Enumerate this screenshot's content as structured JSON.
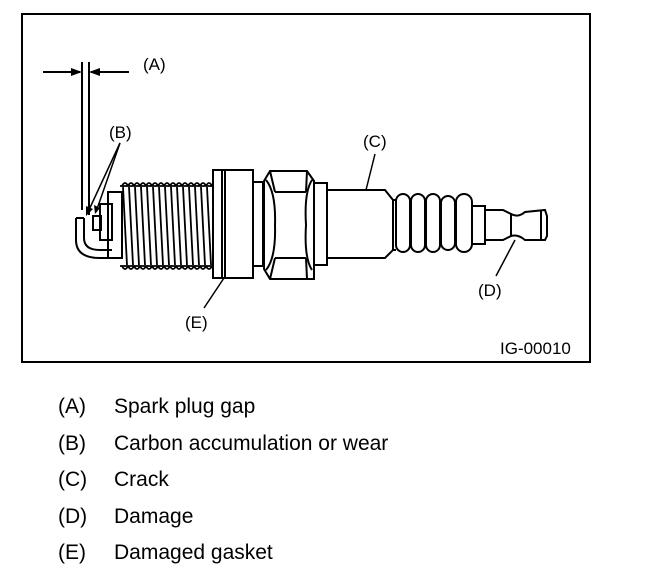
{
  "figure": {
    "id_label": "IG-00010",
    "callouts": {
      "A": "(A)",
      "B": "(B)",
      "C": "(C)",
      "D": "(D)",
      "E": "(E)"
    },
    "line_color": "#000000",
    "background": "#ffffff"
  },
  "legend": [
    {
      "key": "(A)",
      "description": "Spark plug gap"
    },
    {
      "key": "(B)",
      "description": "Carbon accumulation or wear"
    },
    {
      "key": "(C)",
      "description": "Crack"
    },
    {
      "key": "(D)",
      "description": "Damage"
    },
    {
      "key": "(E)",
      "description": "Damaged gasket"
    }
  ]
}
